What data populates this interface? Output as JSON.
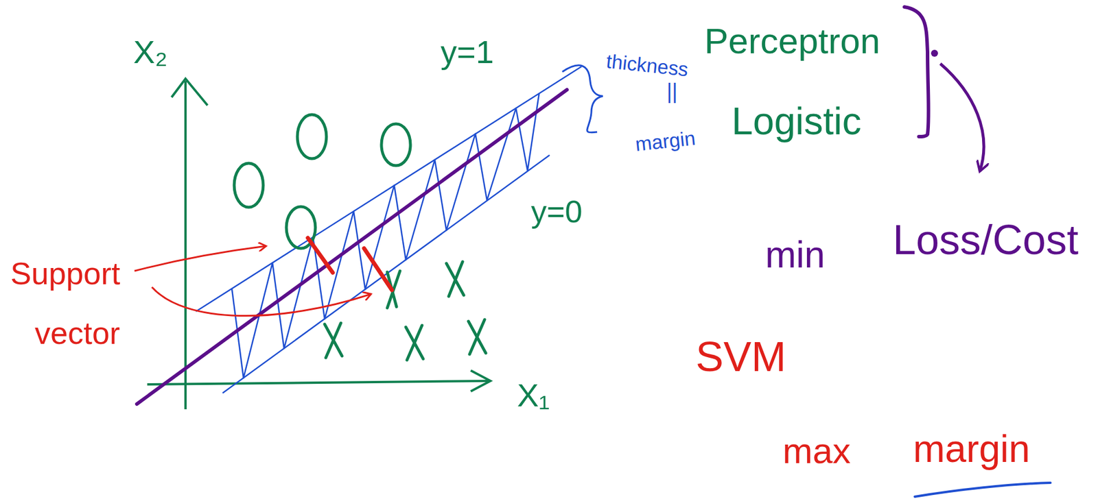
{
  "diagram": {
    "labels": [
      "X₂",
      "y=1",
      "thickness",
      "||",
      "margin",
      "Perceptron",
      "Logistic",
      "y=0",
      "Support",
      "vector",
      "X₁",
      "min",
      "Loss/Cost",
      "SVM",
      "max",
      "margin"
    ]
  }
}
